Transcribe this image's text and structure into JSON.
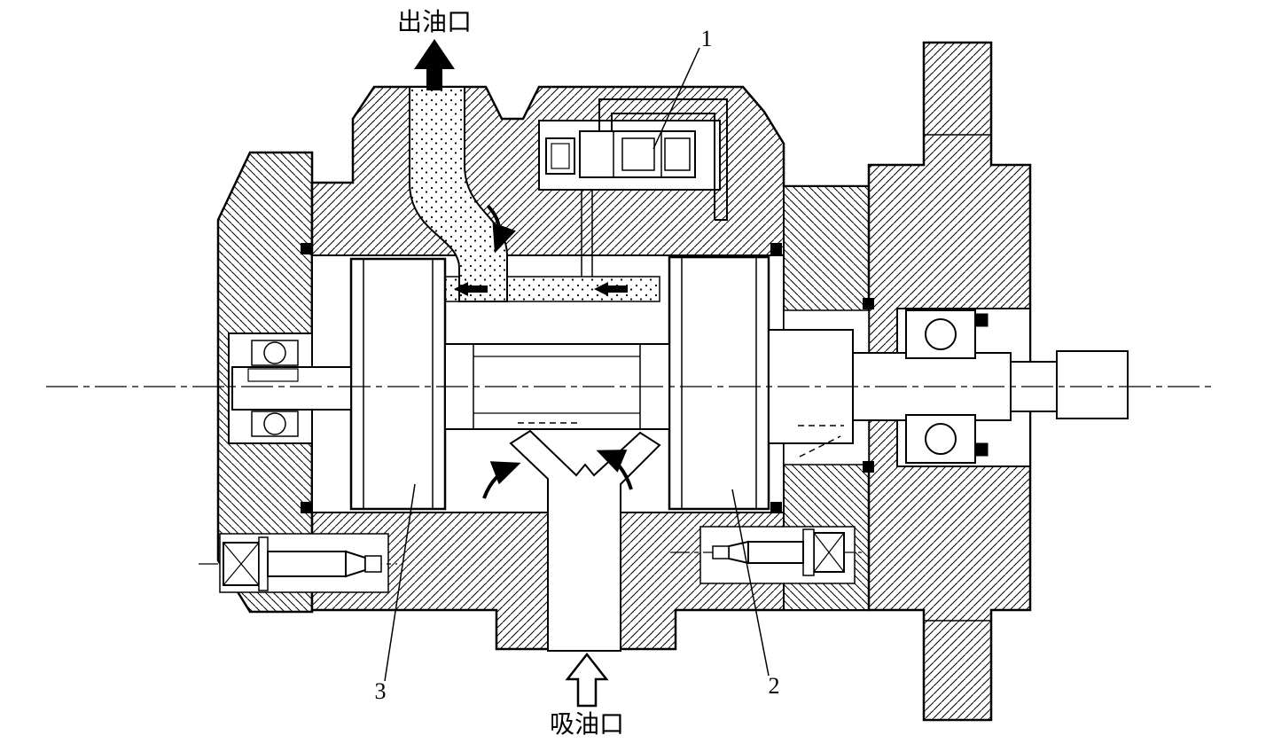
{
  "diagram": {
    "labels": {
      "outlet_port": "出油口",
      "suction_port": "吸油口"
    },
    "callouts": [
      {
        "number": "1"
      },
      {
        "number": "2"
      },
      {
        "number": "3"
      }
    ],
    "colors": {
      "ink": "#000000",
      "paper": "#ffffff"
    }
  }
}
